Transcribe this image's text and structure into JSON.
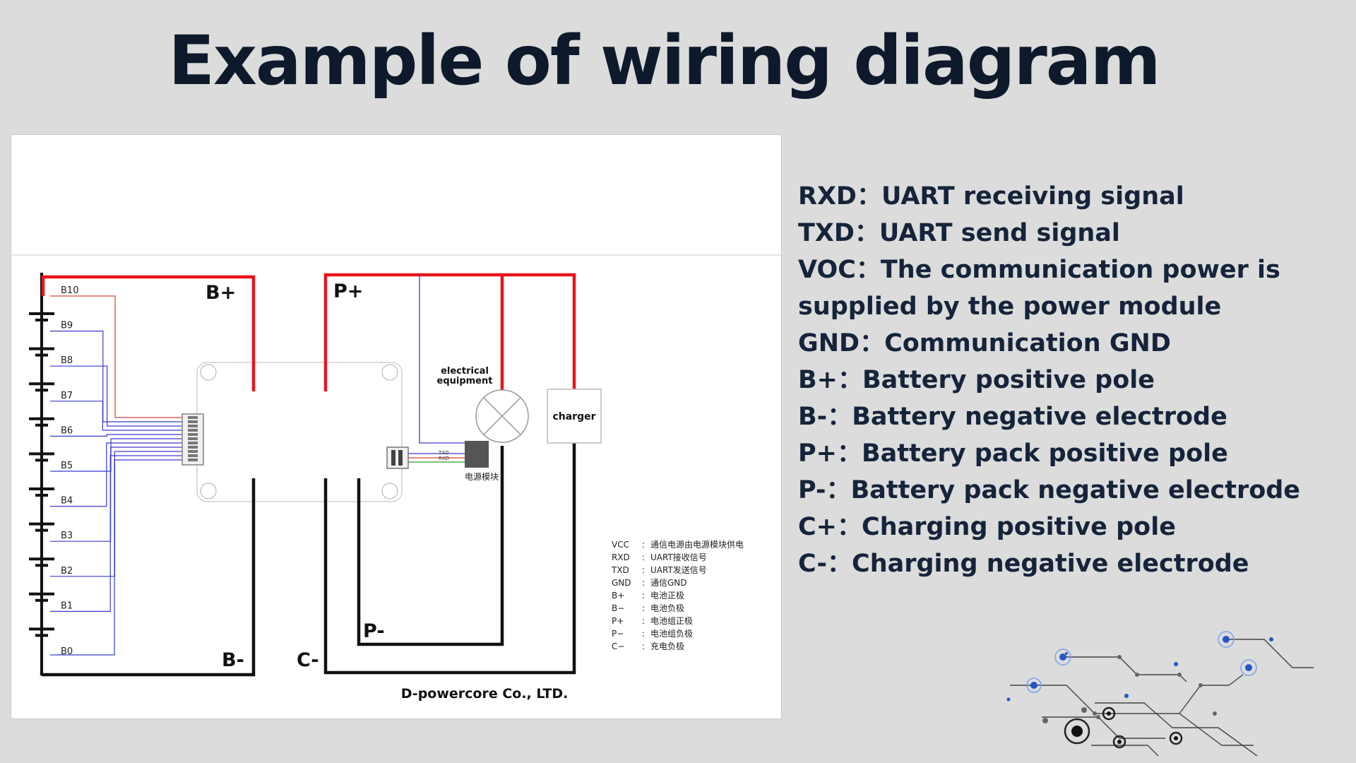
{
  "title": "Example of wiring diagram",
  "diagram": {
    "cells": [
      "B10",
      "B9",
      "B8",
      "B7",
      "B6",
      "B5",
      "B4",
      "B3",
      "B2",
      "B1",
      "B0"
    ],
    "terminals": {
      "b_plus": "B+",
      "b_minus": "B-",
      "p_plus": "P+",
      "p_minus": "P-",
      "c_minus": "C-"
    },
    "electrical_equipment": "electrical\nequipment",
    "electrical_line1": "electrical",
    "electrical_line2": "equipment",
    "charger": "charger",
    "power_module": "电源模块",
    "txd": "TXD",
    "rxd": "RXD",
    "company": "D-powercore Co., LTD.",
    "key_table": [
      {
        "k": "VCC",
        "sep": ":",
        "v": "通信电源由电源模块供电"
      },
      {
        "k": "RXD",
        "sep": ":",
        "v": "UART接收信号"
      },
      {
        "k": "TXD",
        "sep": ":",
        "v": "UART发送信号"
      },
      {
        "k": "GND",
        "sep": ":",
        "v": "通信GND"
      },
      {
        "k": "B+",
        "sep": ":",
        "v": "电池正极"
      },
      {
        "k": "B−",
        "sep": ":",
        "v": "电池负极"
      },
      {
        "k": "P+",
        "sep": ":",
        "v": "电池组正极"
      },
      {
        "k": "P−",
        "sep": ":",
        "v": "电池组负极"
      },
      {
        "k": "C−",
        "sep": ":",
        "v": "充电负极"
      }
    ],
    "colors": {
      "positive": "#e8141c",
      "negative": "#111111",
      "balance": "#3a3ad0",
      "balance_top": "#d04040"
    }
  },
  "legend": [
    "RXD：UART receiving signal",
    "TXD：UART send signal",
    "VOC：The communication power is supplied by the power module",
    "GND：Communication GND",
    "B+：Battery positive pole",
    "B-：Battery negative electrode",
    "P+：Battery pack positive pole",
    "P-：Battery pack negative electrode",
    "C+：Charging positive pole",
    "C-：Charging negative electrode"
  ]
}
